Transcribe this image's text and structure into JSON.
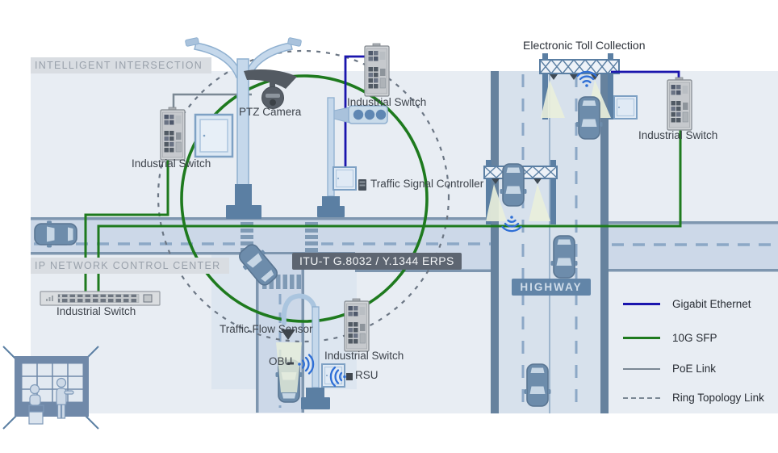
{
  "title_bands": {
    "top": "INTELLIGENT INTERSECTION",
    "control_center": "IP NETWORK CONTROL CENTER"
  },
  "badges": {
    "erps": "ITU-T G.8032 / Y.1344 ERPS",
    "highway": "HIGHWAY"
  },
  "nodes": {
    "ptz_camera": "PTZ Camera",
    "switch_west": "Industrial Switch",
    "switch_north": "Industrial Switch",
    "switch_east": "Industrial Switch",
    "switch_south": "Industrial Switch",
    "switch_core": "Industrial Switch",
    "traffic_signal_controller": "Traffic Signal Controller",
    "electronic_toll_collection": "Electronic Toll Collection",
    "traffic_flow_sensor": "Traffic Flow Sensor",
    "obu": "OBU",
    "rsu": "RSU"
  },
  "legend": {
    "items": [
      {
        "label": "Gigabit Ethernet",
        "color": "#1a15ad",
        "style": "solid"
      },
      {
        "label": "10G SFP",
        "color": "#1e7a1e",
        "style": "solid"
      },
      {
        "label": "PoE Link",
        "color": "#7b8894",
        "style": "solid"
      },
      {
        "label": "Ring Topology Link",
        "color": "#7b8894",
        "style": "dashed"
      }
    ]
  },
  "colors": {
    "gigabit_ethernet": "#1a15ad",
    "sfp_10g": "#1e7a1e",
    "poe_link": "#7b8894",
    "ring_topology": "#6b7684",
    "erps_badge_bg": "#5d6571",
    "highway_sign_bg": "#6285a8",
    "panel_bg": "#e8edf3",
    "road_fill": "#ccd8e8",
    "road_border": "#7e96af",
    "wifi_blue": "#2f6fd6"
  },
  "icons": {
    "ptz_camera": "dome-camera-icon",
    "obu": "wifi-arcs-icon",
    "rsu": "wifi-arcs-icon",
    "toll_vehicle": "wifi-arcs-icon",
    "control_room": "video-wall-operators-icon",
    "traffic_signal_controller": "cabinet-icon"
  }
}
